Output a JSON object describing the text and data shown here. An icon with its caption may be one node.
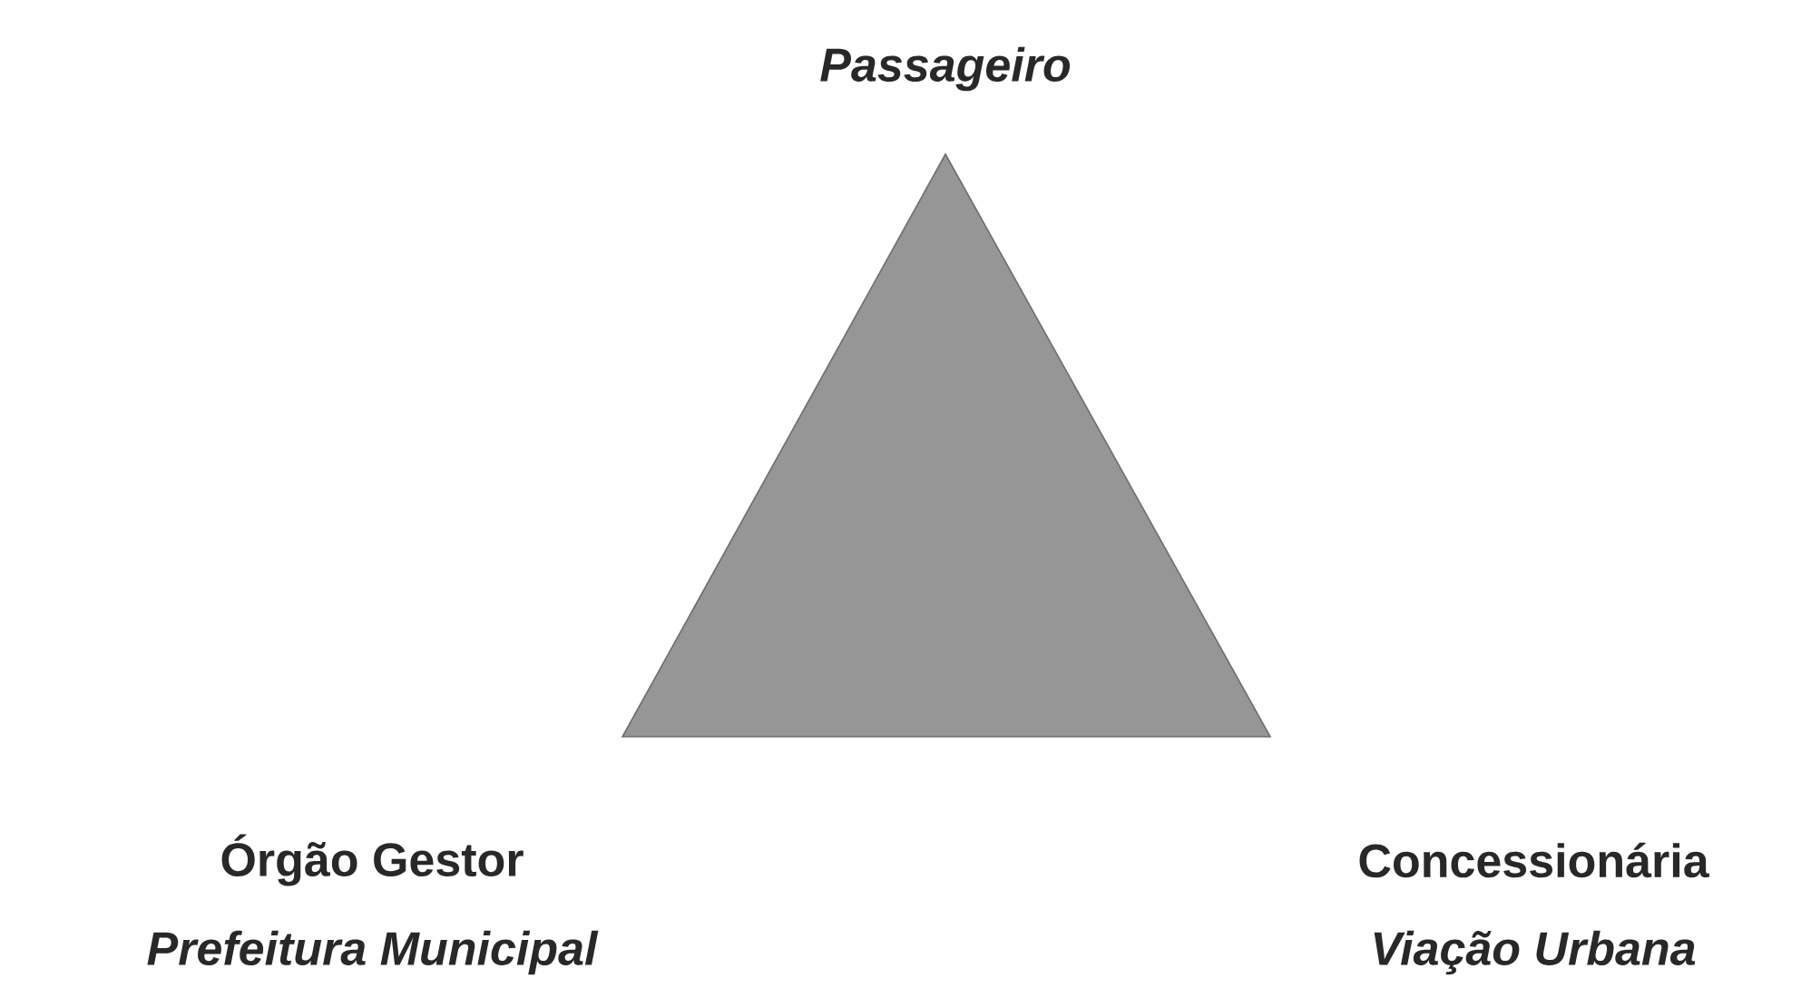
{
  "diagram": {
    "labels": [
      "Passageiro",
      "Órgão Gestor",
      "Prefeitura Municipal",
      "Concessionária",
      "Viação Urbana"
    ]
  }
}
